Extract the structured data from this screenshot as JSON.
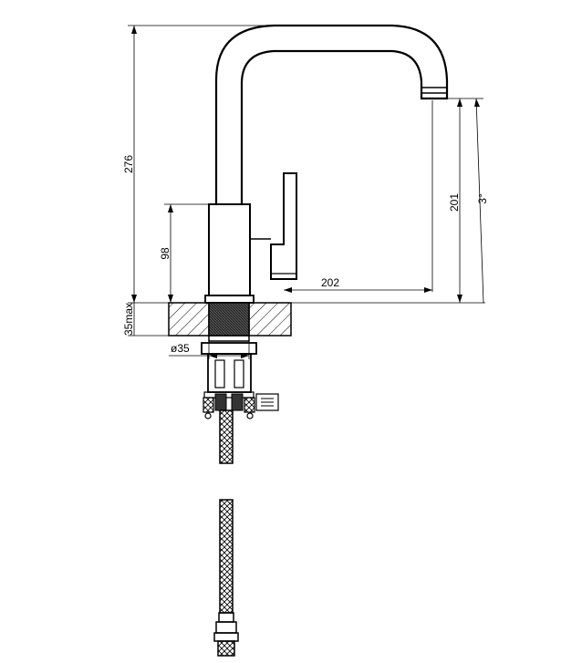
{
  "dimensions": {
    "overall_height": "276",
    "spout_height": "201",
    "body_height": "98",
    "spout_reach": "202",
    "deck_thickness": "35max",
    "hole_diameter": "ø35",
    "spout_angle": "3°"
  },
  "colors": {
    "line": "#000000",
    "background": "#ffffff"
  }
}
